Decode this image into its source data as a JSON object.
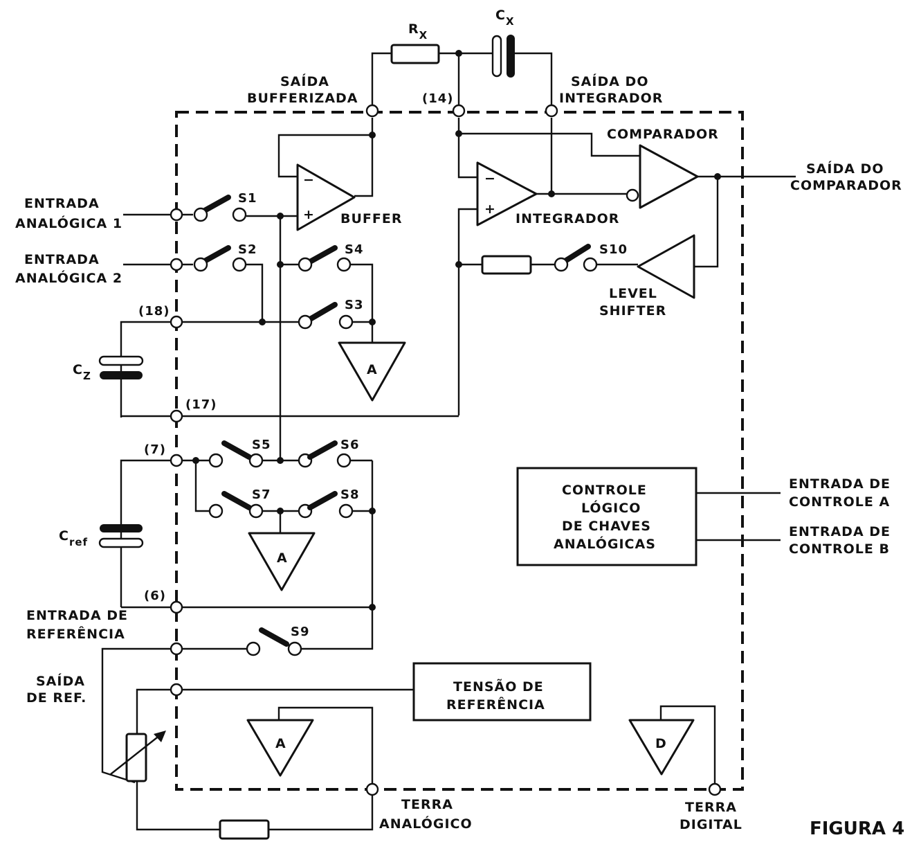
{
  "labels": {
    "rx": "R",
    "rx_sub": "X",
    "cx": "C",
    "cx_sub": "X",
    "cz": "C",
    "cz_sub": "Z",
    "cref": "C",
    "cref_sub": "ref",
    "saida_bufferizada_1": "SAÍDA",
    "saida_bufferizada_2": "BUFFERIZADA",
    "saida_integrador_1": "SAÍDA DO",
    "saida_integrador_2": "INTEGRADOR",
    "comparador": "COMPARADOR",
    "saida_comparador_1": "SAÍDA DO",
    "saida_comparador_2": "COMPARADOR",
    "entrada_analogica1_1": "ENTRADA",
    "entrada_analogica1_2": "ANALÓGICA 1",
    "entrada_analogica2_1": "ENTRADA",
    "entrada_analogica2_2": "ANALÓGICA 2",
    "buffer": "BUFFER",
    "integrador": "INTEGRADOR",
    "level_shifter_1": "LEVEL",
    "level_shifter_2": "SHIFTER",
    "controle_1": "CONTROLE",
    "controle_2": "LÓGICO",
    "controle_3": "DE CHAVES",
    "controle_4": "ANALÓGICAS",
    "entrada_controle_a_1": "ENTRADA DE",
    "entrada_controle_a_2": "CONTROLE A",
    "entrada_controle_b_1": "ENTRADA DE",
    "entrada_controle_b_2": "CONTROLE B",
    "entrada_referencia_1": "ENTRADA DE",
    "entrada_referencia_2": "REFERÊNCIA",
    "saida_ref_1": "SAÍDA",
    "saida_ref_2": "DE REF.",
    "tensao_1": "TENSÃO DE",
    "tensao_2": "REFERÊNCIA",
    "terra_analogico_1": "TERRA",
    "terra_analogico_2": "ANALÓGICO",
    "terra_digital_1": "TERRA",
    "terra_digital_2": "DIGITAL",
    "figura": "FIGURA 4"
  },
  "pins": {
    "p14": "(14)",
    "p18": "(18)",
    "p17": "(17)",
    "p7": "(7)",
    "p6": "(6)"
  },
  "switches": {
    "s1": "S1",
    "s2": "S2",
    "s3": "S3",
    "s4": "S4",
    "s5": "S5",
    "s6": "S6",
    "s7": "S7",
    "s8": "S8",
    "s9": "S9",
    "s10": "S10"
  },
  "grounds": {
    "a1": "A",
    "a2": "A",
    "a3": "A",
    "d": "D"
  },
  "opamp_signs": {
    "minus": "−",
    "plus": "+"
  }
}
